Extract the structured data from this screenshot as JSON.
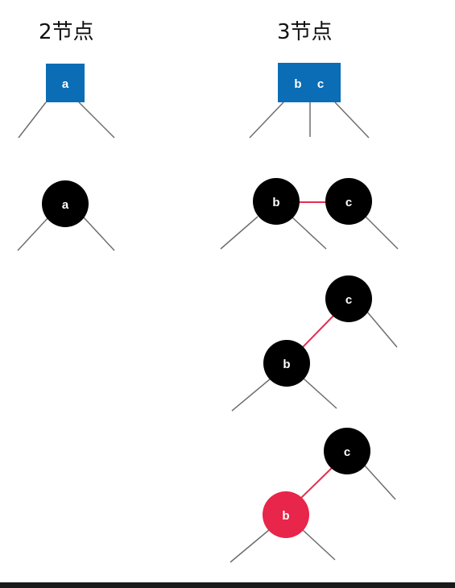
{
  "headings": {
    "two_node": "2节点",
    "three_node": "3节点"
  },
  "nodes": {
    "a": "a",
    "b": "b",
    "c": "c"
  },
  "colors": {
    "box_fill": "#0a6db5",
    "box_text": "#ffffff",
    "black_node": "#000000",
    "red_node": "#e8254a",
    "red_link": "#e0304f",
    "edge": "#6e6e6e",
    "node_text": "#ffffff",
    "bottom_bar": "#1a1a1a"
  }
}
